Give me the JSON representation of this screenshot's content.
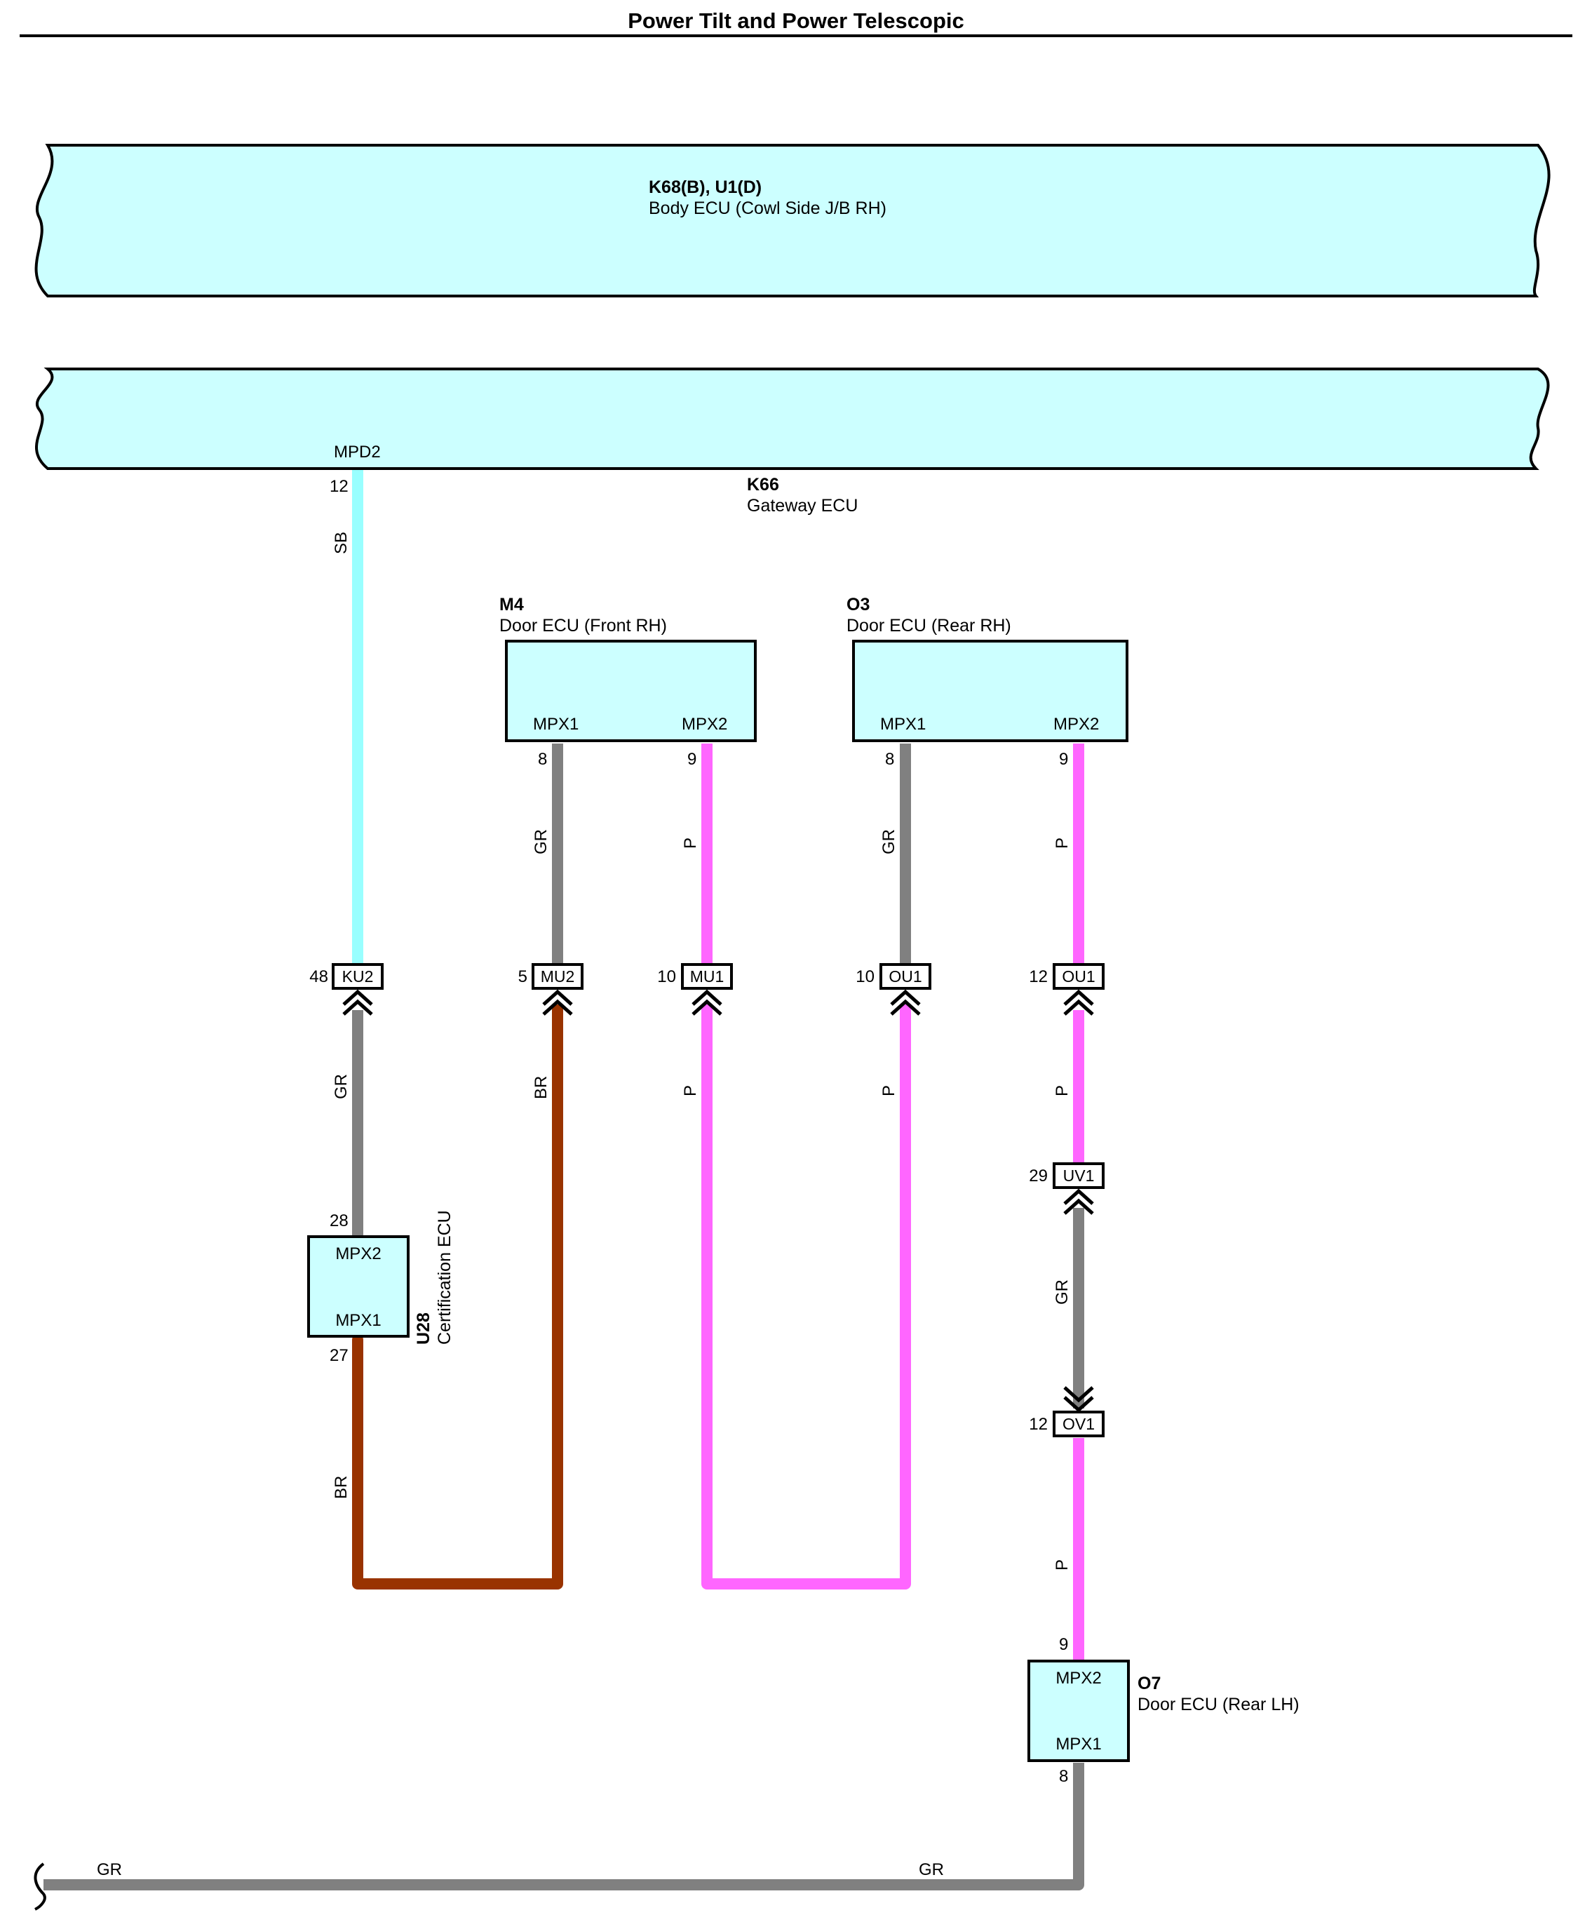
{
  "title": "Power Tilt and Power Telescopic",
  "components": {
    "body_ecu": {
      "code": "K68(B), U1(D)",
      "name": "Body ECU (Cowl Side J/B RH)"
    },
    "gateway_ecu": {
      "code": "K66",
      "name": "Gateway ECU",
      "terminal": "MPD2",
      "pin": "12"
    },
    "door_front_rh": {
      "code": "M4",
      "name": "Door ECU (Front RH)",
      "terminal1": "MPX1",
      "pin1": "8",
      "terminal2": "MPX2",
      "pin2": "9"
    },
    "door_rear_rh": {
      "code": "O3",
      "name": "Door ECU (Rear RH)",
      "terminal1": "MPX1",
      "pin1": "8",
      "terminal2": "MPX2",
      "pin2": "9"
    },
    "cert_ecu": {
      "code": "U28",
      "name": "Certification ECU",
      "terminal_top": "MPX2",
      "pin_top": "28",
      "terminal_bottom": "MPX1",
      "pin_bottom": "27"
    },
    "door_rear_lh": {
      "code": "O7",
      "name": "Door ECU (Rear LH)",
      "terminal_top": "MPX2",
      "pin_top": "9",
      "terminal_bottom": "MPX1",
      "pin_bottom": "8"
    }
  },
  "connectors": {
    "ku2": {
      "id": "KU2",
      "pin": "48"
    },
    "mu2": {
      "id": "MU2",
      "pin": "5"
    },
    "mu1": {
      "id": "MU1",
      "pin": "10"
    },
    "ou1a": {
      "id": "OU1",
      "pin": "10"
    },
    "ou1b": {
      "id": "OU1",
      "pin": "12"
    },
    "uv1": {
      "id": "UV1",
      "pin": "29"
    },
    "ov1": {
      "id": "OV1",
      "pin": "12"
    }
  },
  "wire_colors": {
    "gateway_sb": "SB",
    "cert_upper": "GR",
    "cert_lower": "BR",
    "front_mpx1": "GR",
    "front_mpx1_lower": "BR",
    "front_mpx2": "P",
    "front_mpx2_lower": "P",
    "rear_mpx1": "GR",
    "rear_mpx1_lower": "P",
    "rear_mpx2": "P",
    "rear_mpx2_mid": "P",
    "uv1_ov1": "GR",
    "ov1_lh": "P",
    "bottom_left": "GR",
    "bottom_right": "GR"
  },
  "colors": {
    "ecu_fill": "#ccffff",
    "sb": "#99ffff",
    "gr": "#808080",
    "br": "#993300",
    "p": "#ff66ff"
  }
}
